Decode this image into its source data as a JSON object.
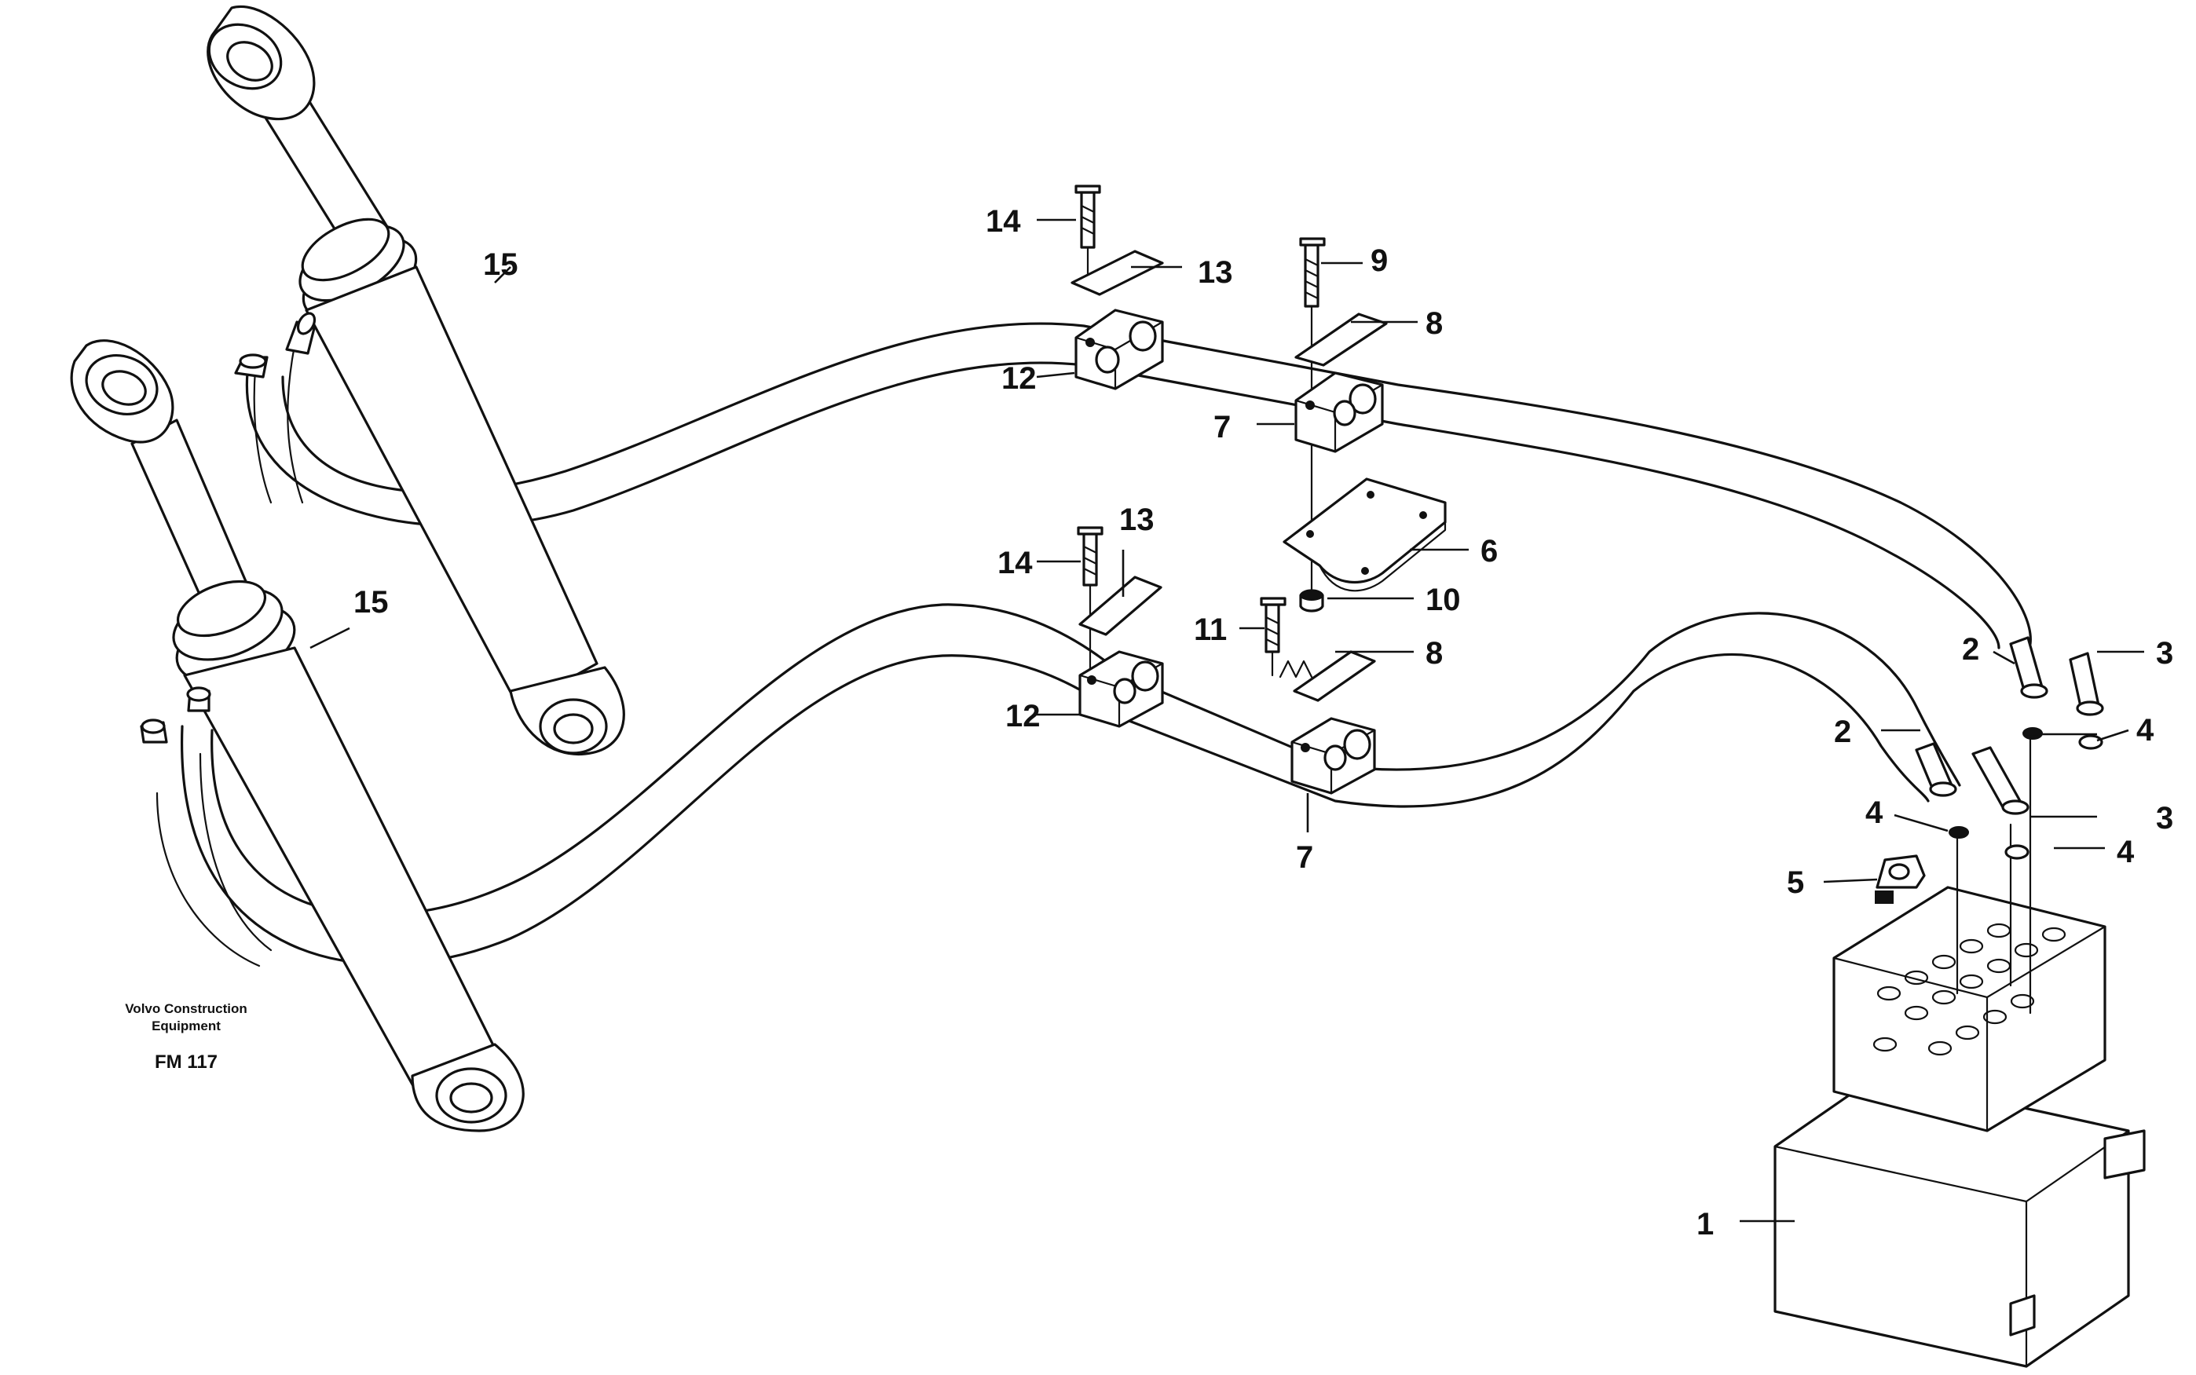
{
  "credit": {
    "line1": "Volvo Construction",
    "line2": "Equipment",
    "figure": "FM 117"
  },
  "callouts": {
    "c15a": "15",
    "c15b": "15",
    "c14a": "14",
    "c13a": "13",
    "c12a": "12",
    "c9": "9",
    "c8a": "8",
    "c7a": "7",
    "c6": "6",
    "c14b": "14",
    "c13b": "13",
    "c12b": "12",
    "c11": "11",
    "c10": "10",
    "c8b": "8",
    "c7b": "7",
    "c2a": "2",
    "c3a": "3",
    "c4a": "4",
    "c2b": "2",
    "c3b": "3",
    "c4b": "4",
    "c4c": "4",
    "c5": "5",
    "c1": "1"
  }
}
